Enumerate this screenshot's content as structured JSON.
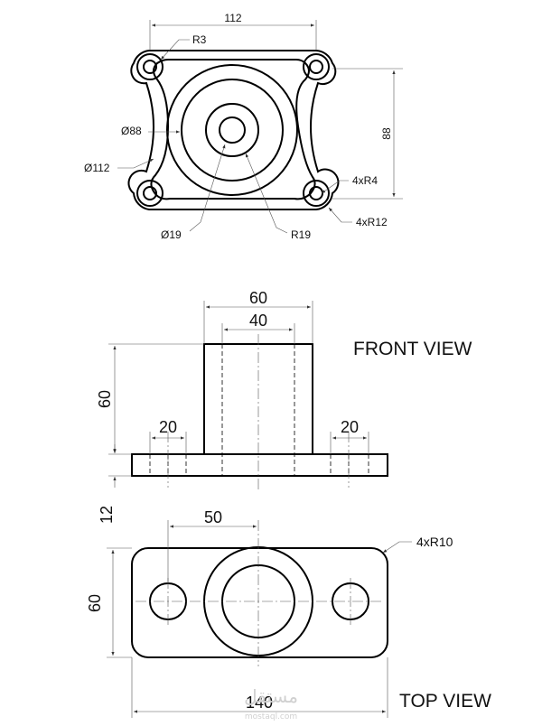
{
  "top_dims": {
    "width": "112",
    "r3": "R3",
    "height": "88",
    "d88": "Ø88",
    "d112": "Ø112",
    "r4": "4xR4",
    "r12": "4xR12",
    "d19": "Ø19",
    "r19": "R19"
  },
  "front_view": {
    "title": "FRONT VIEW",
    "dim_60_top": "60",
    "dim_40": "40",
    "dim_60_left": "60",
    "dim_20_left": "20",
    "dim_20_right": "20",
    "dim_12": "12"
  },
  "top_view": {
    "title": "TOP VIEW",
    "dim_50": "50",
    "dim_r10": "4xR10",
    "dim_60": "60",
    "dim_140": "140"
  },
  "watermark": {
    "arabic": "مستقل",
    "latin": "mostaql.com"
  }
}
